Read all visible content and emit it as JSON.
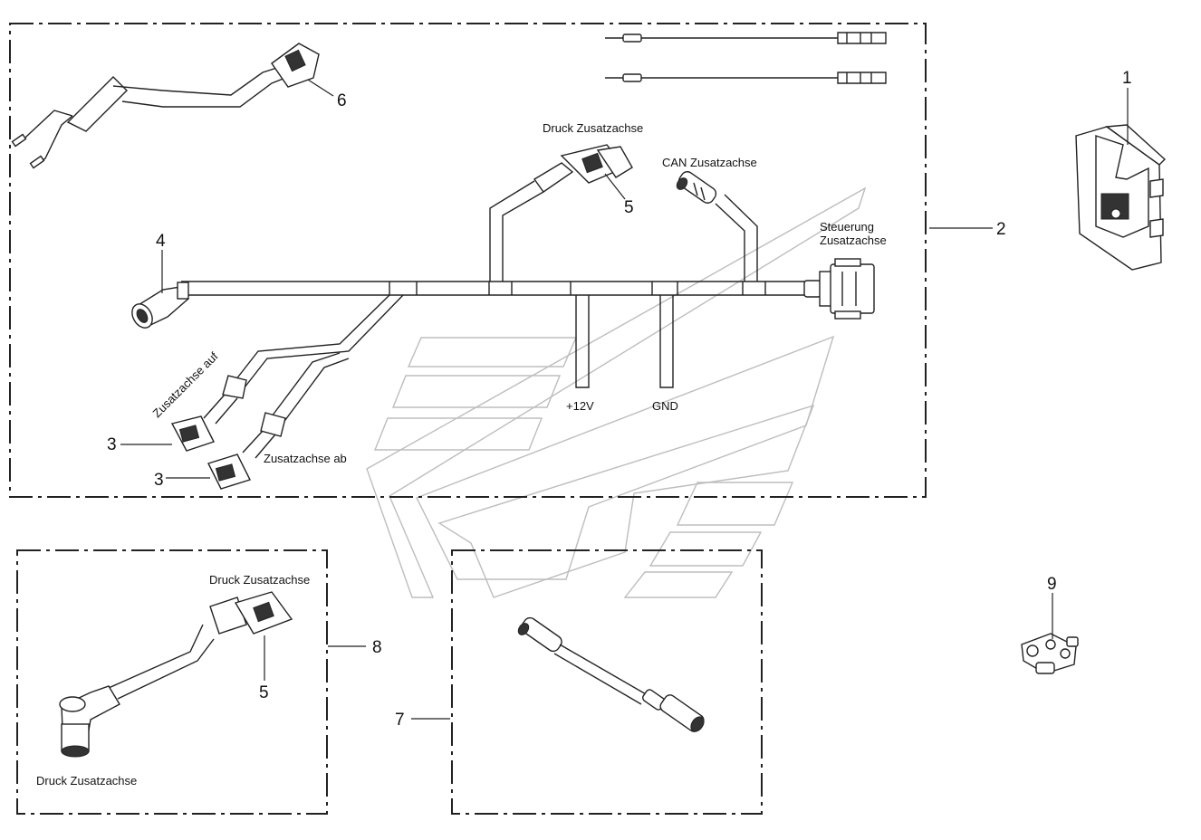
{
  "labels": {
    "druck_zusatzachse_main": "Druck Zusatzachse",
    "can_zusatzachse": "CAN Zusatzachse",
    "steuerung_line1": "Steuerung",
    "steuerung_line2": "Zusatzachse",
    "plus12v": "+12V",
    "gnd": "GND",
    "zusatzachse_auf": "Zusatzachse auf",
    "zusatzachse_ab": "Zusatzachse ab",
    "druck_zusatzachse_kit_top": "Druck Zusatzachse",
    "druck_zusatzachse_kit_bottom": "Druck Zusatzachse"
  },
  "callouts": {
    "c1": "1",
    "c2": "2",
    "c3a": "3",
    "c3b": "3",
    "c4": "4",
    "c5a": "5",
    "c5b": "5",
    "c6": "6",
    "c7": "7",
    "c8": "8",
    "c9": "9"
  }
}
